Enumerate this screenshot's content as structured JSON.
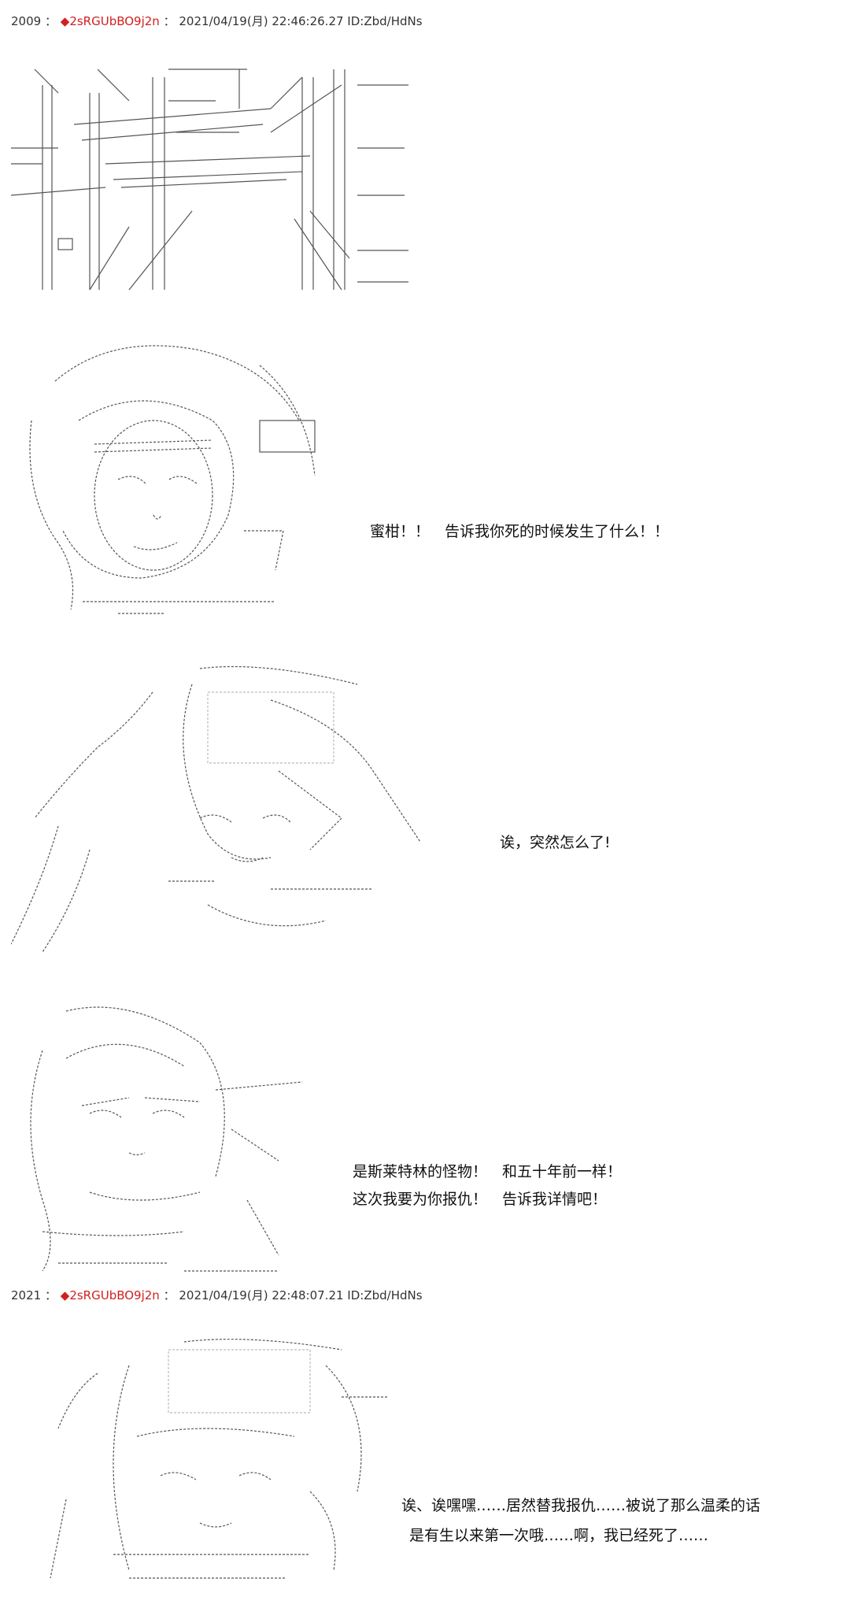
{
  "posts": [
    {
      "number": "2009",
      "sep": "：",
      "trip_mark": "◆",
      "trip": "2sRGUbBO9j2n",
      "sep2": "：",
      "datetime": "2021/04/19(月) 22:46:26.27 ID:Zbd/HdNs"
    },
    {
      "number": "2021",
      "sep": "：",
      "trip_mark": "◆",
      "trip": "2sRGUbBO9j2n",
      "sep2": "：",
      "datetime": "2021/04/19(月) 22:48:07.21 ID:Zbd/HdNs"
    }
  ],
  "dialogs": {
    "d1": "蜜柑！！　告诉我你死的时候发生了什么！！",
    "d2": "诶，突然怎么了!",
    "d3a": "是斯莱特林的怪物！　和五十年前一样！",
    "d3b": "这次我要为你报仇！　告诉我详情吧！",
    "d4a": "诶、诶嘿嘿……居然替我报仇……被说了那么温柔的话",
    "d4b": "是有生以来第一次哦……啊，我已经死了……"
  },
  "colors": {
    "trip": "#d12020",
    "text": "#111111",
    "art": "#444444"
  }
}
